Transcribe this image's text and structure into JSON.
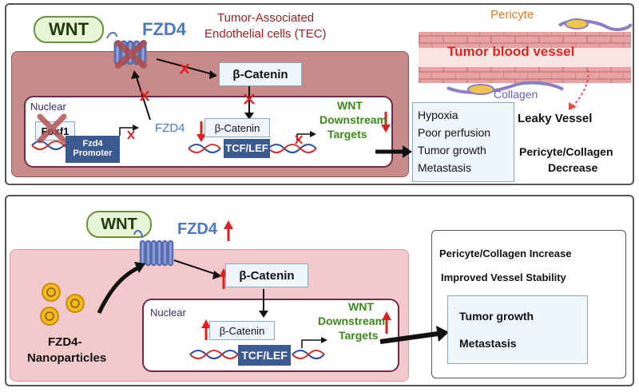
{
  "top": {
    "wnt_label": "WNT",
    "fzd4_label": "FZD4",
    "tec_title_line1": "Tumor-Associated",
    "tec_title_line2": "Endothelial cells (TEC)",
    "pericyte_label": "Pericyte",
    "vessel_label": "Tumor blood vessel",
    "collagen_label": "Collagen",
    "beta_catenin_label": "β-Catenin",
    "nuclear_label": "Nuclear",
    "foxf1_label": "Foxf1",
    "fzd4_promoter_label": "Fzd4 Promoter",
    "fzd4_gene_label": "FZD4",
    "nuc_beta_catenin_label": "β-Catenin",
    "tcf_label": "TCF/LEF",
    "wnt_targets_line1": "WNT",
    "wnt_targets_line2": "Downstream",
    "wnt_targets_line3": "Targets",
    "outcomes": [
      "Hypoxia",
      "Poor perfusion",
      "Tumor growth",
      "Metastasis"
    ],
    "leaky_label": "Leaky Vessel",
    "pericyte_decrease_line1": "Pericyte/Collagen",
    "pericyte_decrease_line2": "Decrease"
  },
  "bottom": {
    "wnt_label": "WNT",
    "fzd4_label": "FZD4",
    "beta_catenin_label": "β-Catenin",
    "nuclear_label": "Nuclear",
    "nuc_beta_catenin_label": "β-Catenin",
    "tcf_label": "TCF/LEF",
    "wnt_targets_line1": "WNT",
    "wnt_targets_line2": "Downstream",
    "wnt_targets_line3": "Targets",
    "nanoparticles_line1": "FZD4-",
    "nanoparticles_line2": "Nanoparticles",
    "result_line1": "Pericyte/Collagen Increase",
    "result_line2": "Improved Vessel Stability",
    "outcomes": [
      "Tumor growth",
      "Metastasis"
    ]
  },
  "colors": {
    "up_arrow": "#e02020",
    "down_arrow": "#e02020",
    "black_arrow": "#111111",
    "fzd4_blue": "#4a78c2",
    "wnt_green": "#3a8a1a",
    "tec_red": "#9b2222"
  }
}
